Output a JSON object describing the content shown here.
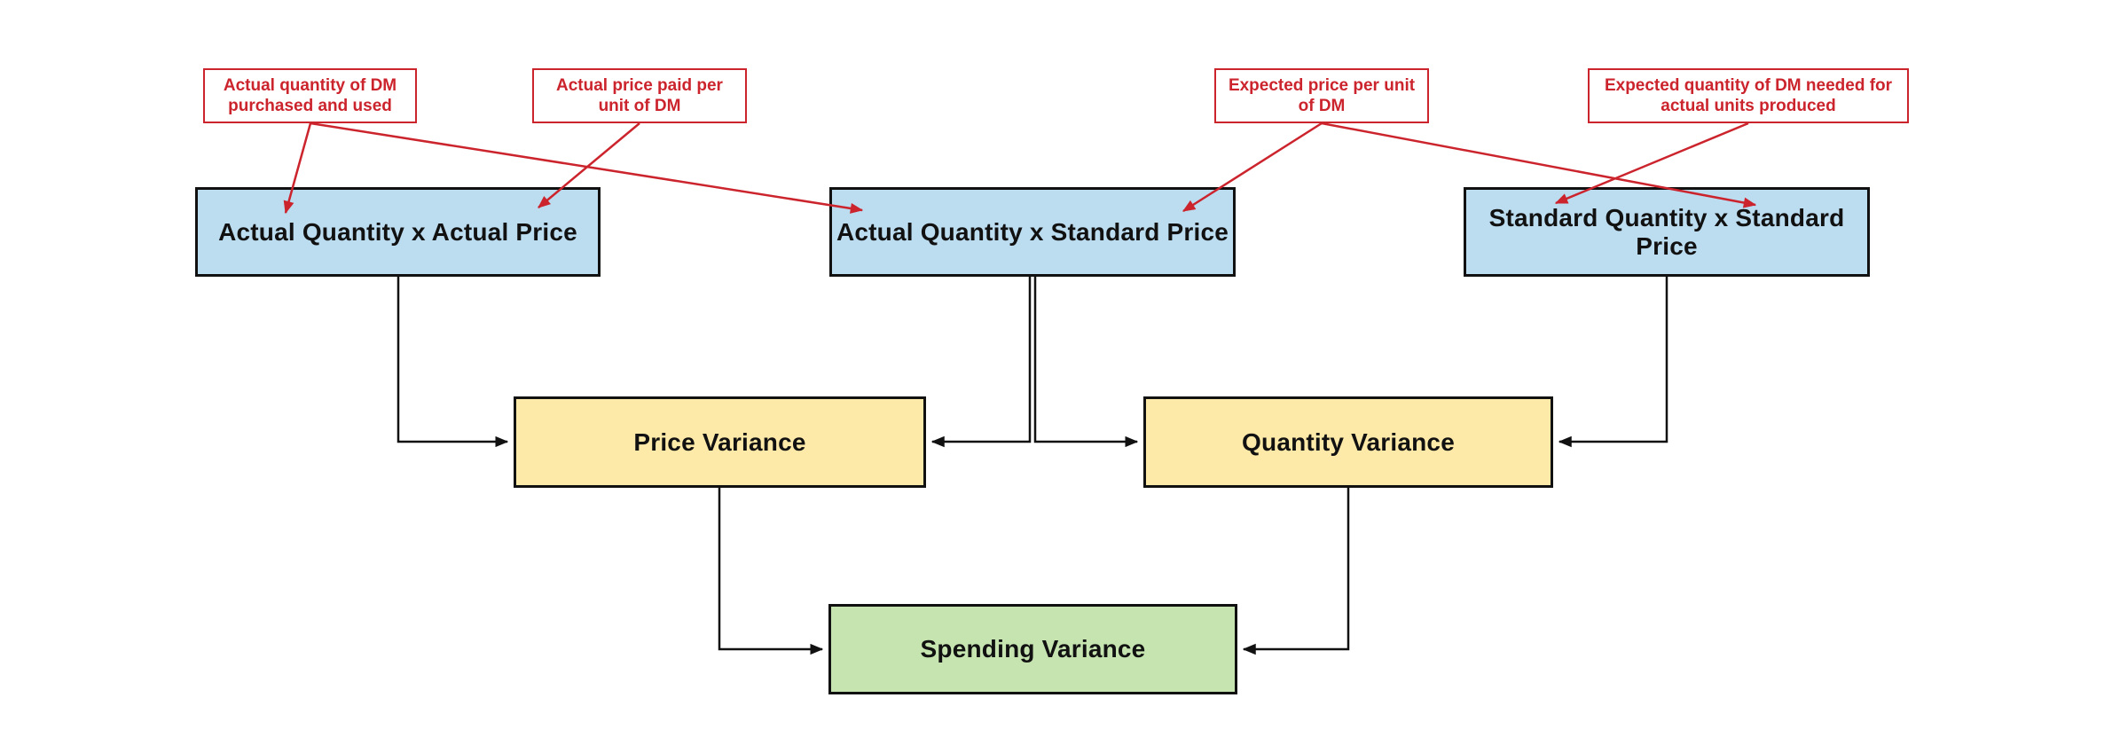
{
  "colors": {
    "background": "#ffffff",
    "box_blue": "#bcdcf0",
    "box_yellow": "#fde9a8",
    "box_green": "#c5e4b0",
    "annotation_red": "#cc242d",
    "line_black": "#111111"
  },
  "annotations": [
    {
      "id": "anno-actual-quantity",
      "text": "Actual quantity of DM purchased and used"
    },
    {
      "id": "anno-actual-price",
      "text": "Actual price paid per unit of DM"
    },
    {
      "id": "anno-expected-price",
      "text": "Expected price per unit of DM"
    },
    {
      "id": "anno-expected-quantity",
      "text": "Expected quantity of DM needed for actual units produced"
    }
  ],
  "nodes": [
    {
      "id": "aq-ap",
      "label": "Actual Quantity x Actual Price",
      "fill": "blue"
    },
    {
      "id": "aq-sp",
      "label": "Actual Quantity x Standard Price",
      "fill": "blue"
    },
    {
      "id": "sq-sp",
      "label": "Standard Quantity x Standard Price",
      "fill": "blue"
    },
    {
      "id": "price-variance",
      "label": "Price Variance",
      "fill": "yellow"
    },
    {
      "id": "quantity-variance",
      "label": "Quantity Variance",
      "fill": "yellow"
    },
    {
      "id": "spending-variance",
      "label": "Spending Variance",
      "fill": "green"
    }
  ],
  "edges": {
    "pointers": [
      {
        "from": "anno-actual-quantity",
        "to": "aq-ap"
      },
      {
        "from": "anno-actual-quantity",
        "to": "aq-sp"
      },
      {
        "from": "anno-actual-price",
        "to": "aq-ap"
      },
      {
        "from": "anno-expected-price",
        "to": "aq-sp"
      },
      {
        "from": "anno-expected-price",
        "to": "sq-sp"
      },
      {
        "from": "anno-expected-quantity",
        "to": "sq-sp"
      }
    ],
    "flows": [
      {
        "from": "aq-ap",
        "to": "price-variance"
      },
      {
        "from": "aq-sp",
        "to": "price-variance"
      },
      {
        "from": "aq-sp",
        "to": "quantity-variance"
      },
      {
        "from": "sq-sp",
        "to": "quantity-variance"
      },
      {
        "from": "price-variance",
        "to": "spending-variance"
      },
      {
        "from": "quantity-variance",
        "to": "spending-variance"
      }
    ]
  }
}
